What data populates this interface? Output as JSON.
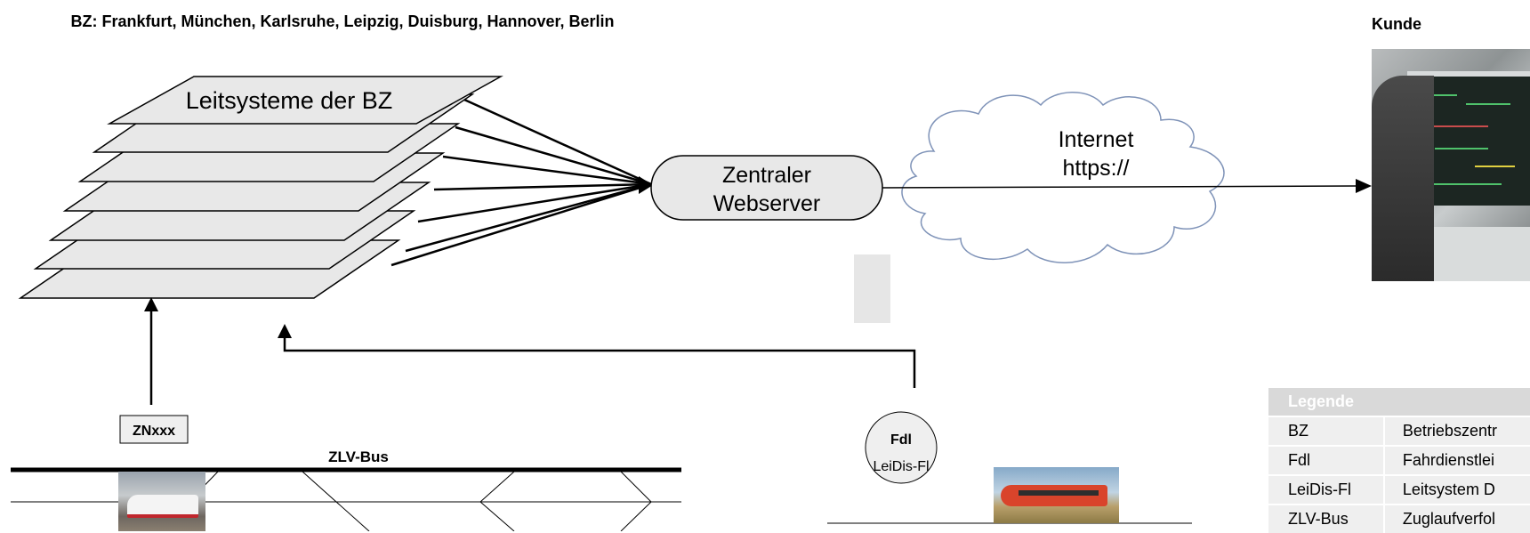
{
  "header": {
    "bz_title": "BZ: Frankfurt, München, Karlsruhe, Leipzig, Duisburg, Hannover, Berlin",
    "customer_title": "Kunde"
  },
  "diagram": {
    "leitsysteme_label": "Leitsysteme der BZ",
    "webserver_line1": "Zentraler",
    "webserver_line2": "Webserver",
    "internet_line1": "Internet",
    "internet_line2": "https://",
    "zn_label": "ZNxxx",
    "zlv_bus_label": "ZLV-Bus",
    "fdl_label": "Fdl",
    "leidis_label": "LeiDis-Fl"
  },
  "legend": {
    "header": "Legende",
    "rows": [
      {
        "abbr": "BZ",
        "definition": "Betriebszentr"
      },
      {
        "abbr": "Fdl",
        "definition": "Fahrdienstlei"
      },
      {
        "abbr": "LeiDis-Fl",
        "definition": "Leitsystem D"
      },
      {
        "abbr": "ZLV-Bus",
        "definition": "Zuglaufverfol"
      }
    ]
  },
  "colors": {
    "box_fill": "#e8e8e8",
    "legend_header": "#d9d9d9",
    "legend_row": "#efefef",
    "line": "#000000"
  }
}
